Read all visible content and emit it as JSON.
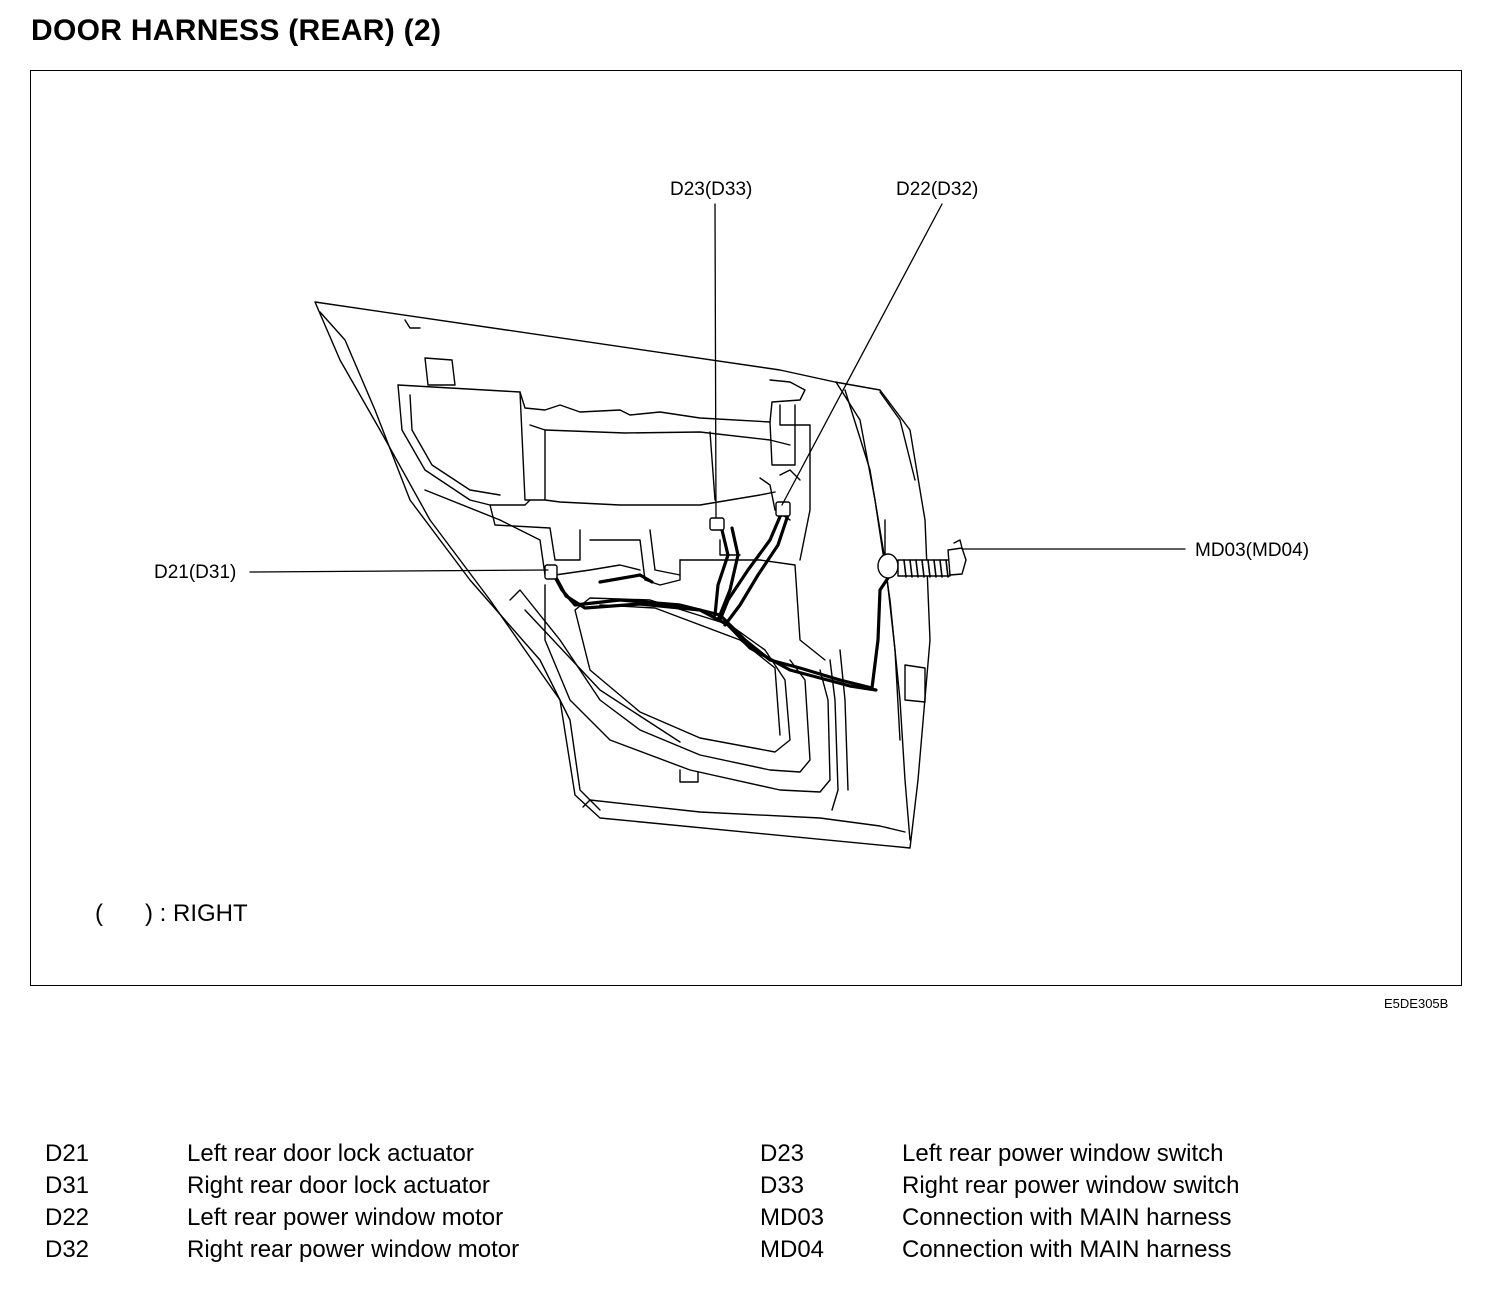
{
  "title": "DOOR HARNESS (REAR) (2)",
  "callouts": {
    "d23": "D23(D33)",
    "d22": "D22(D32)",
    "d21": "D21(D31)",
    "md03": "MD03(MD04)"
  },
  "legend_note": {
    "open": "(",
    "close": ") : RIGHT"
  },
  "figure_id": "E5DE305B",
  "key": {
    "left": [
      {
        "code": "D21",
        "desc": "Left rear door lock actuator"
      },
      {
        "code": "D31",
        "desc": "Right rear door lock actuator"
      },
      {
        "code": "D22",
        "desc": "Left rear power window motor"
      },
      {
        "code": "D32",
        "desc": "Right rear power window motor"
      }
    ],
    "right": [
      {
        "code": "D23",
        "desc": "Left rear power window switch"
      },
      {
        "code": "D33",
        "desc": "Right rear power window switch"
      },
      {
        "code": "MD03",
        "desc": "Connection with MAIN harness"
      },
      {
        "code": "MD04",
        "desc": "Connection with MAIN harness"
      }
    ]
  }
}
